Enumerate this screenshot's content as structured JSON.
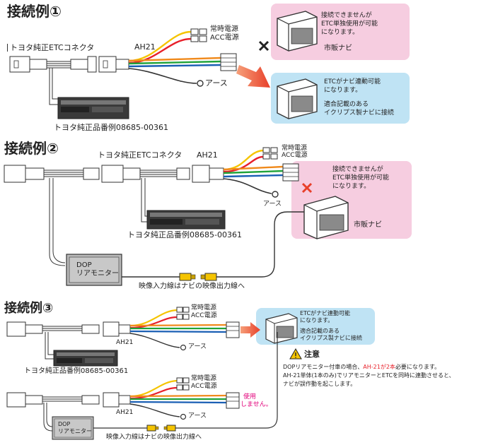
{
  "colors": {
    "pink_box": "#f6cde0",
    "blue_box": "#bfe3f4",
    "wire_yellow": "#f5c400",
    "wire_red": "#e8202a",
    "wire_orange": "#f08a1c",
    "wire_green": "#21a33a",
    "wire_blue": "#1a5fb4",
    "arrow_red": "#e8402a",
    "dop_gray": "#b9b9b9"
  },
  "diagram1": {
    "title": "接続例①",
    "connector_label": "トヨタ純正ETCコネクタ",
    "ah21_label": "AH21",
    "power1": "常時電源",
    "power2": "ACC電源",
    "ground": "アース",
    "part_no": "トヨタ純正品番例08685-00361",
    "ng_text": [
      "接続できませんが",
      "ETC単独使用が可能",
      "になります。"
    ],
    "ng_nav": "市販ナビ",
    "ok_text": [
      "ETCがナビ連動可能",
      "になります。"
    ],
    "ok_sub": [
      "適合記載のある",
      "イクリプス製ナビに接続"
    ]
  },
  "diagram2": {
    "title": "接続例②",
    "connector_label": "トヨタ純正ETCコネクタ",
    "ah21_label": "AH21",
    "power1": "常時電源",
    "power2": "ACC電源",
    "ground": "アース",
    "part_no": "トヨタ純正品番例08685-00361",
    "ng_text": [
      "接続できませんが",
      "ETC単独使用が可能",
      "になります。"
    ],
    "ng_nav": "市販ナビ",
    "dop": [
      "DOP",
      "リアモニター"
    ],
    "video": "映像入力線はナビの映像出力線へ"
  },
  "diagram3": {
    "title": "接続例③",
    "ah21_label_a": "AH21",
    "ah21_label_b": "AH21",
    "power1": "常時電源",
    "power2": "ACC電源",
    "ground": "アース",
    "part_no": "トヨタ純正品番例08685-00361",
    "ok_text": [
      "ETCがナビ連動可能",
      "になります。"
    ],
    "ok_sub": [
      "適合記載のある",
      "イクリプス製ナビに接続"
    ],
    "not_used": [
      "使用",
      "しません。"
    ],
    "dop": [
      "DOP",
      "リアモニター"
    ],
    "video": "映像入力線はナビの映像出力線へ",
    "caution_title": "注意",
    "caution_line1_a": "DOPリアモニター付車の場合、",
    "caution_line1_b": "AH-21が2本",
    "caution_line1_c": "必要になります。",
    "caution_line2": "AH-21単体(1本のみ)でリアモニターとETCを同時に連動させると、",
    "caution_line3": "ナビが誤作動を起こします。"
  }
}
